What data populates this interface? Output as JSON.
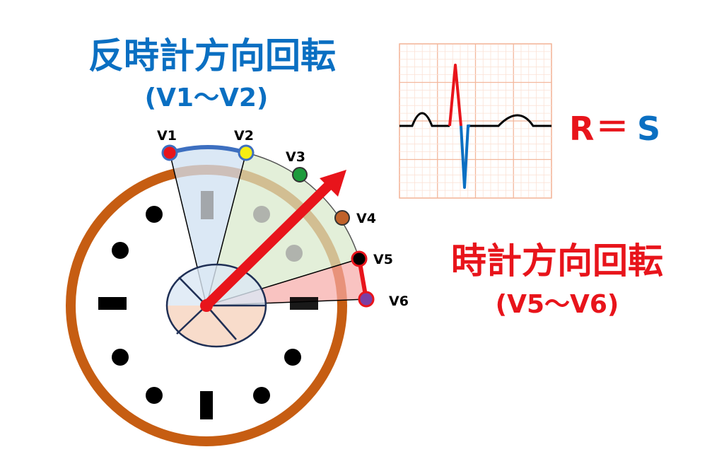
{
  "title_ccw": "反時計方向回転",
  "title_ccw_range": "(V1～V2)",
  "title_cw": "時計方向回転",
  "title_cw_range": "(V5～V6)",
  "leads": [
    {
      "label": "V1",
      "color": "#e8141b"
    },
    {
      "label": "V2",
      "color": "#f5ee14"
    },
    {
      "label": "V3",
      "color": "#1e9b3c"
    },
    {
      "label": "V4",
      "color": "#c0622a"
    },
    {
      "label": "V5",
      "color": "#000000"
    },
    {
      "label": "V6",
      "color": "#7a3fa3"
    }
  ],
  "rs": {
    "r": "R",
    "eq": "＝",
    "s": "S"
  },
  "colors": {
    "blue": "#0a6fc2",
    "red": "#e8141b",
    "clock_rim": "#c65d12",
    "ecg_grid": "#f3b89d",
    "ecg_grid_light": "#fbe2d6",
    "sector_blue": "#dbe7f4",
    "sector_green": "#e3efd9",
    "sector_red": "#f9c6c3",
    "inner_pink": "#f8dccb"
  }
}
